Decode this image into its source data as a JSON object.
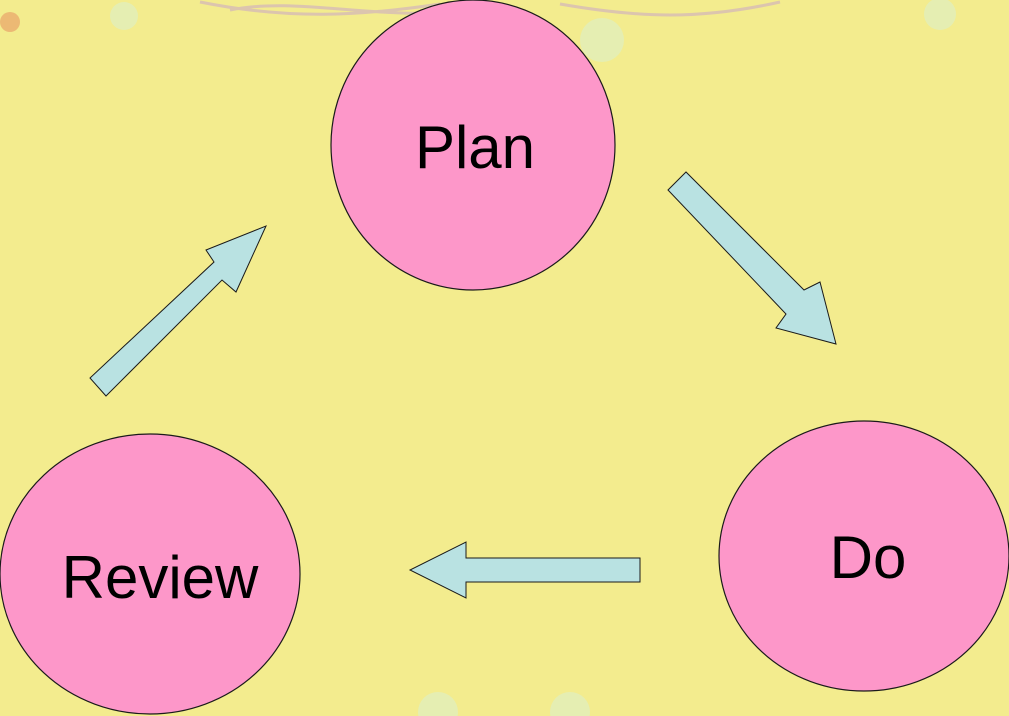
{
  "colors": {
    "background": "#f3ec8e",
    "node_fill": "#fd97c9",
    "arrow_fill": "#b9e2e2",
    "stroke": "#1a1a1a",
    "swirl": "#c9a6c8",
    "bubble": "#d8f0d0"
  },
  "diagram": {
    "nodes": {
      "plan": {
        "label": "Plan"
      },
      "do": {
        "label": "Do"
      },
      "review": {
        "label": "Review"
      }
    },
    "edges": [
      {
        "from": "plan",
        "to": "do"
      },
      {
        "from": "do",
        "to": "review"
      },
      {
        "from": "review",
        "to": "plan"
      }
    ]
  }
}
